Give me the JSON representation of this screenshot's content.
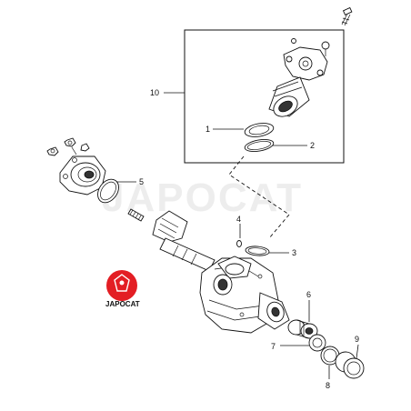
{
  "watermark": {
    "text": "JAPOCAT"
  },
  "logo": {
    "text": "JAPOCAT",
    "color": "#e31e24"
  },
  "callouts": [
    {
      "id": "10",
      "label": "10"
    },
    {
      "id": "1",
      "label": "1"
    },
    {
      "id": "2",
      "label": "2"
    },
    {
      "id": "5",
      "label": "5"
    },
    {
      "id": "4",
      "label": "4"
    },
    {
      "id": "3",
      "label": "3"
    },
    {
      "id": "6",
      "label": "6"
    },
    {
      "id": "7",
      "label": "7"
    },
    {
      "id": "8",
      "label": "8"
    },
    {
      "id": "9",
      "label": "9"
    }
  ]
}
